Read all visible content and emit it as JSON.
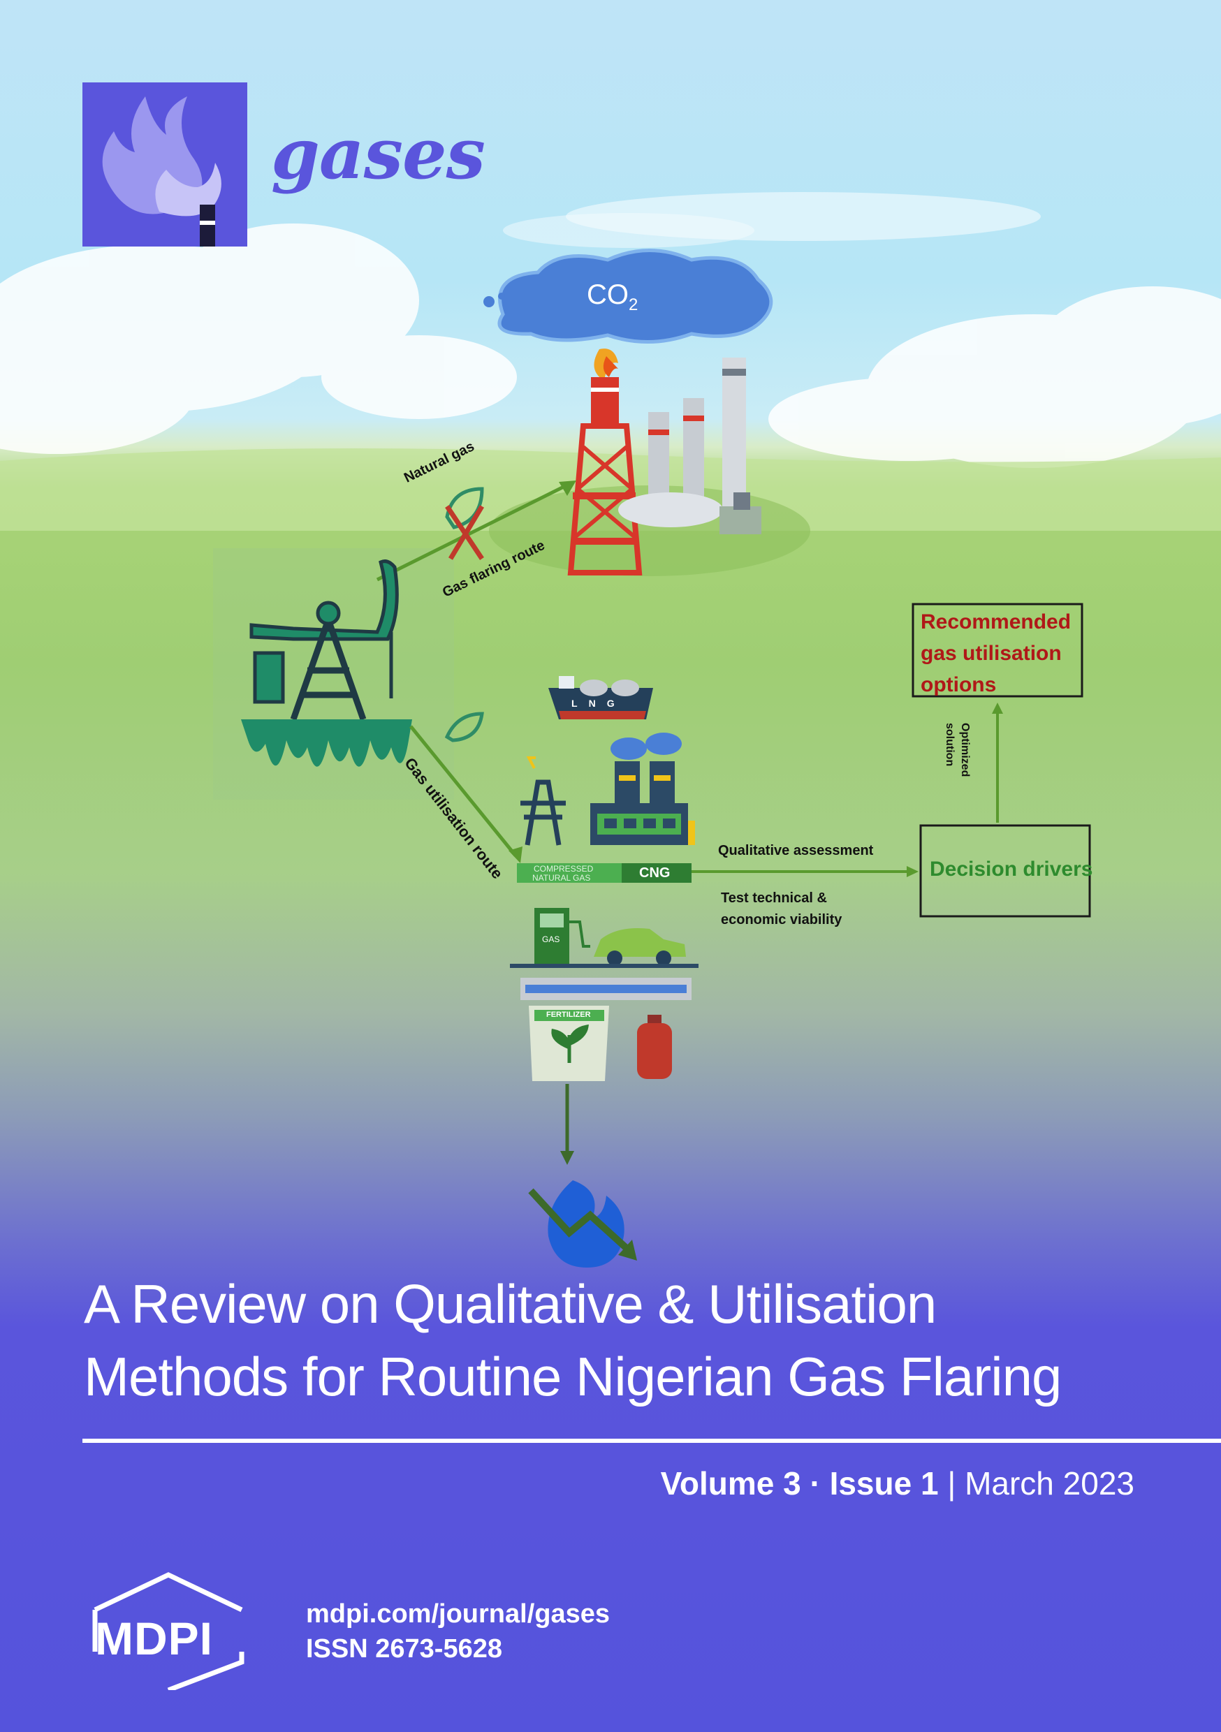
{
  "journal": {
    "name": "gases"
  },
  "diagram": {
    "co2": "CO",
    "co2_sub": "2",
    "natural_gas": "Natural gas",
    "gas_flaring_route": "Gas flaring route",
    "gas_utilisation_route": "Gas utilisation route",
    "lng": [
      "L",
      "N",
      "G"
    ],
    "cng_top": "COMPRESSED",
    "cng_bottom": "NATURAL GAS",
    "cng": "CNG",
    "gas_pump": "GAS",
    "fertilizer": "FERTILIZER",
    "qualitative_assessment": "Qualitative assessment",
    "test_line1": "Test technical &",
    "test_line2": "economic viability",
    "decision_drivers": "Decision drivers",
    "optimized_line1": "Optimized",
    "optimized_line2": "solution",
    "recommended_line1": "Recommended",
    "recommended_line2": "gas utilisation",
    "recommended_line3": "options"
  },
  "article": {
    "title_line1": "A Review on Qualitative & Utilisation",
    "title_line2": "Methods for Routine Nigerian Gas Flaring"
  },
  "issue": {
    "volume": "Volume 3",
    "dot": "·",
    "issue": "Issue 1",
    "separator": "|",
    "date": "March 2023"
  },
  "publisher": {
    "name": "MDPI",
    "url": "mdpi.com/journal/gases",
    "issn": "ISSN 2673-5628"
  },
  "colors": {
    "brand": "#5a55dc",
    "arrow_green": "#5a9a2e",
    "decision_green": "#2e8b2e",
    "recommended_red": "#b01818"
  }
}
